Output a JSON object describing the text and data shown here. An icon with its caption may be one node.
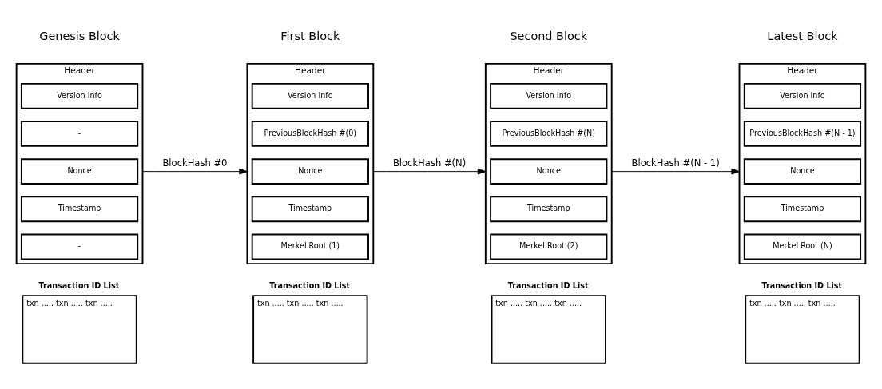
{
  "diagram": {
    "nodes": [
      {
        "text": [
          "Header"
        ]
      },
      {
        "text": [
          "Version Info"
        ],
        "in": 0
      },
      {
        "text": [
          "-"
        ],
        "in": 0
      },
      {
        "text": [
          "Nonce"
        ],
        "in": 0
      },
      {
        "text": [
          "Timestamp"
        ],
        "in": 0
      },
      {
        "text": [
          "-"
        ],
        "in": 0
      },
      {
        "text": [
          "Transaction ID List",
          "txn ..... txn ..... txn ....."
        ]
      },
      {
        "text": [
          "Header"
        ]
      },
      {
        "text": [
          "Version Info"
        ],
        "in": 7
      },
      {
        "text": [
          "PreviousBlockHash #(0)"
        ],
        "in": 7
      },
      {
        "text": [
          "Nonce"
        ],
        "in": 7
      },
      {
        "text": [
          "Timestamp"
        ],
        "in": 7
      },
      {
        "text": [
          "Merkel Root (1)"
        ],
        "in": 7
      },
      {
        "text": [
          "Transaction ID List",
          "txn ..... txn ..... txn ....."
        ]
      },
      {
        "text": [
          "Header"
        ]
      },
      {
        "text": [
          "Version Info"
        ],
        "in": 14
      },
      {
        "text": [
          "PreviousBlockHash #(N)"
        ],
        "in": 14
      },
      {
        "text": [
          "Nonce"
        ],
        "in": 14
      },
      {
        "text": [
          "Timestamp"
        ],
        "in": 14
      },
      {
        "text": [
          "Merkel Root (2)"
        ],
        "in": 14
      },
      {
        "text": [
          "Transaction ID List",
          "txn ..... txn ..... txn ....."
        ]
      },
      {
        "text": [
          "Header"
        ]
      },
      {
        "text": [
          "Version Info"
        ],
        "in": 21
      },
      {
        "text": [
          "PreviousBlockHash #(N - 1)"
        ],
        "in": 21
      },
      {
        "text": [
          "Nonce"
        ],
        "in": 21
      },
      {
        "text": [
          "Timestamp"
        ],
        "in": 21
      },
      {
        "text": [
          "Merkel Root (N)"
        ],
        "in": 21
      },
      {
        "text": [
          "Transaction ID List",
          "txn ..... txn ..... txn ....."
        ]
      }
    ],
    "edges": [
      {
        "from": 0,
        "to": 7,
        "arrow": "to",
        "label": "BlockHash #0"
      },
      {
        "from": 7,
        "to": 14,
        "arrow": "to",
        "label": "BlockHash #(N)"
      },
      {
        "from": 14,
        "to": 21,
        "arrow": "to",
        "label": "BlockHash #(N - 1)"
      }
    ],
    "labels": [
      "Genesis Block",
      "First Block",
      "Second Block",
      "Latest Block"
    ]
  }
}
